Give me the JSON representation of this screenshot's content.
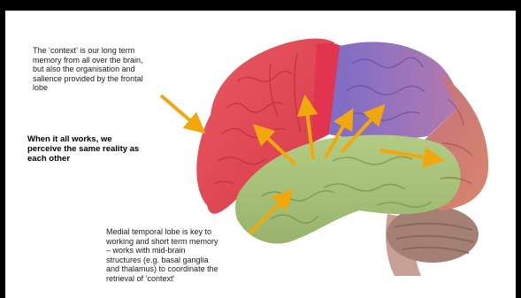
{
  "annotations": {
    "context_text": "The ‘context’ is our long term\nmemory from all over the brain,\nbut also the organisation and\nsalience provided by the frontal\nlobe",
    "works_text": "When it all works, we\nperceive the same reality as\neach other",
    "medial_text": "Medial temporal lobe is key to\nworking and short term memory\n– works with mid-brain\nstructures (e.g. basal ganglia\nand thalamus) to coordinate the\nretrieval of ‘context’"
  },
  "colors": {
    "frontal": "#e8505a",
    "frontal_dark": "#d23c48",
    "motor_strip": "#e0304a",
    "parietal": "#8a74c4",
    "parietal_blend": "#a078b8",
    "occipital": "#cf7a6a",
    "temporal": "#a8c27a",
    "cerebellum": "#a8857a",
    "brainstem": "#c9a49a",
    "arrow": "#f2a80c"
  },
  "icons": {
    "brain": "brain-model-illustration",
    "arrows": "arrow-icon"
  }
}
